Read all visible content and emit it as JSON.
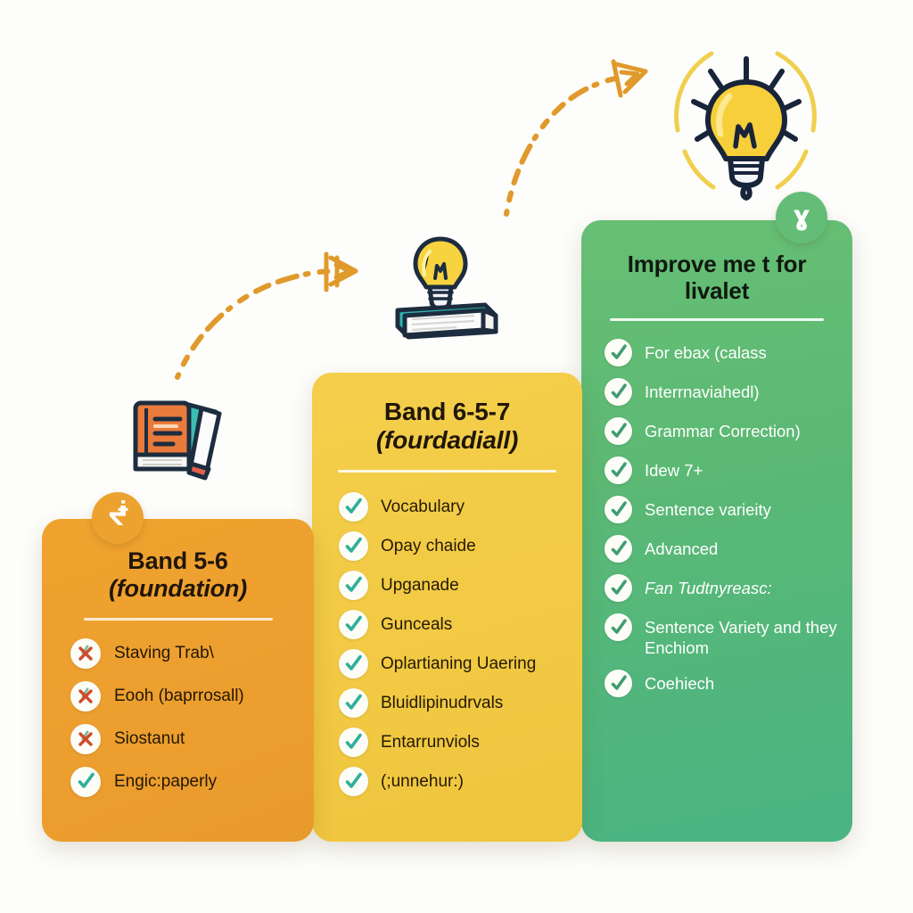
{
  "background_color": "#fdfdfb",
  "cards": [
    {
      "id": "band-5-6",
      "badge": "ᖫ",
      "color": "#eda02f",
      "title_line1": "Band 5-6",
      "title_line2": "(foundation)",
      "items": [
        {
          "mark": "cross-icon",
          "label": "Staving Trab\\"
        },
        {
          "mark": "cross-icon",
          "label": "Eooh (baprrosall)"
        },
        {
          "mark": "cross-icon",
          "label": "Siostanut"
        },
        {
          "mark": "check-icon",
          "label": "Engic:paperly"
        }
      ]
    },
    {
      "id": "band-6-5-7",
      "badge": "",
      "color": "#f2ca44",
      "title_line1": "Band 6-5-7",
      "title_line2": "(fourdadiall)",
      "items": [
        {
          "mark": "check-icon",
          "label": "Vocabulary"
        },
        {
          "mark": "check-icon",
          "label": "Opay chaide"
        },
        {
          "mark": "check-icon",
          "label": "Upganade"
        },
        {
          "mark": "check-icon",
          "label": "Gunceals"
        },
        {
          "mark": "check-icon",
          "label": "Oplartianing Uaering"
        },
        {
          "mark": "check-icon",
          "label": "Bluidlipinudrvals"
        },
        {
          "mark": "check-icon",
          "label": "Entarrunviols"
        },
        {
          "mark": "check-icon",
          "label": "(;unnehur:)"
        }
      ]
    },
    {
      "id": "improve-level",
      "badge": "ɣ",
      "color": "#5cb974",
      "title_line1": "Improve me t for",
      "title_line2": "livalet",
      "items": [
        {
          "mark": "check-icon",
          "label": "For ebax (calass"
        },
        {
          "mark": "check-icon",
          "label": "Interrnaviahedl)"
        },
        {
          "mark": "check-icon",
          "label": "Grammar Correction)"
        },
        {
          "mark": "check-icon",
          "label": "Idew 7+"
        },
        {
          "mark": "check-icon",
          "label": "Sentence varieity"
        },
        {
          "mark": "check-icon",
          "label": "Advanced"
        },
        {
          "mark": "check-icon",
          "label": "Fan Tudtnyreasc:"
        },
        {
          "mark": "check-icon",
          "label": "Sentence Variety and they Enchiom"
        },
        {
          "mark": "check-icon",
          "label": "Coehiech"
        }
      ]
    }
  ],
  "decorations": {
    "books_icon": "stacked-books-icon",
    "book_lightbulb_icon": "book-with-lightbulb-icon",
    "big_lightbulb_icon": "glowing-lightbulb-icon",
    "arrow_1": "dashed-curved-arrow",
    "arrow_2": "dashed-curved-arrow",
    "arrow_color": "#e09a2b",
    "glow_color": "#f3d34f"
  }
}
